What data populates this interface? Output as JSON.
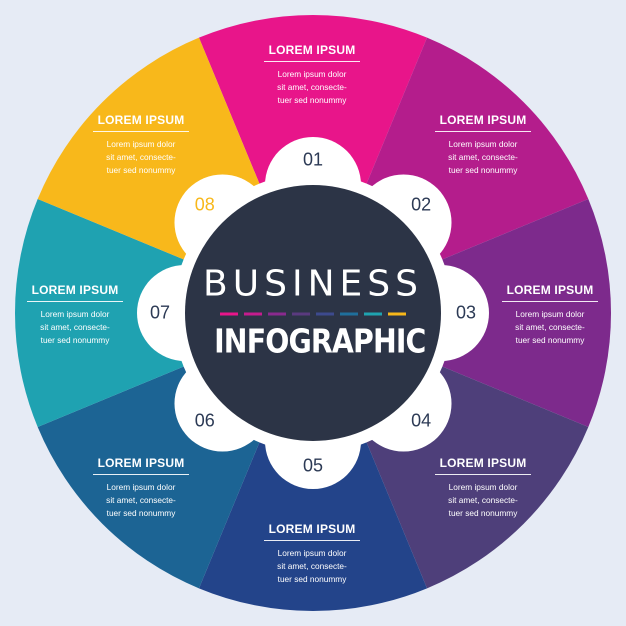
{
  "center": {
    "line1": "BUSINESS",
    "line2": "INFOGRAPHIC",
    "background": "#2c3446",
    "dash_colors": [
      "#e8158a",
      "#c51c8e",
      "#8a2a8f",
      "#5a3a7f",
      "#3d4a8e",
      "#1f6f9c",
      "#1fa3b0",
      "#f7b71a"
    ]
  },
  "number_color": "#2c3a55",
  "flower_color": "#ffffff",
  "segments": [
    {
      "number": "01",
      "title": "LOREM IPSUM",
      "body": [
        "Lorem ipsum dolor",
        "sit amet, consecte-",
        "tuer sed nonummy"
      ],
      "color": "#e8158a"
    },
    {
      "number": "02",
      "title": "LOREM IPSUM",
      "body": [
        "Lorem ipsum dolor",
        "sit amet, consecte-",
        "tuer sed nonummy"
      ],
      "color": "#b41d8c"
    },
    {
      "number": "03",
      "title": "LOREM IPSUM",
      "body": [
        "Lorem ipsum dolor",
        "sit amet, consecte-",
        "tuer sed nonummy"
      ],
      "color": "#7d2a8c"
    },
    {
      "number": "04",
      "title": "LOREM IPSUM",
      "body": [
        "Lorem ipsum dolor",
        "sit amet, consecte-",
        "tuer sed nonummy"
      ],
      "color": "#4e3f7a"
    },
    {
      "number": "05",
      "title": "LOREM IPSUM",
      "body": [
        "Lorem ipsum dolor",
        "sit amet, consecte-",
        "tuer sed nonummy"
      ],
      "color": "#23448a"
    },
    {
      "number": "06",
      "title": "LOREM IPSUM",
      "body": [
        "Lorem ipsum dolor",
        "sit amet, consecte-",
        "tuer sed nonummy"
      ],
      "color": "#1c6494"
    },
    {
      "number": "07",
      "title": "LOREM IPSUM",
      "body": [
        "Lorem ipsum dolor",
        "sit amet, consecte-",
        "tuer sed nonummy"
      ],
      "color": "#1fa2b1"
    },
    {
      "number": "08",
      "title": "LOREM IPSUM",
      "body": [
        "Lorem ipsum dolor",
        "sit amet, consecte-",
        "tuer sed nonummy"
      ],
      "color": "#f8b81b"
    }
  ]
}
